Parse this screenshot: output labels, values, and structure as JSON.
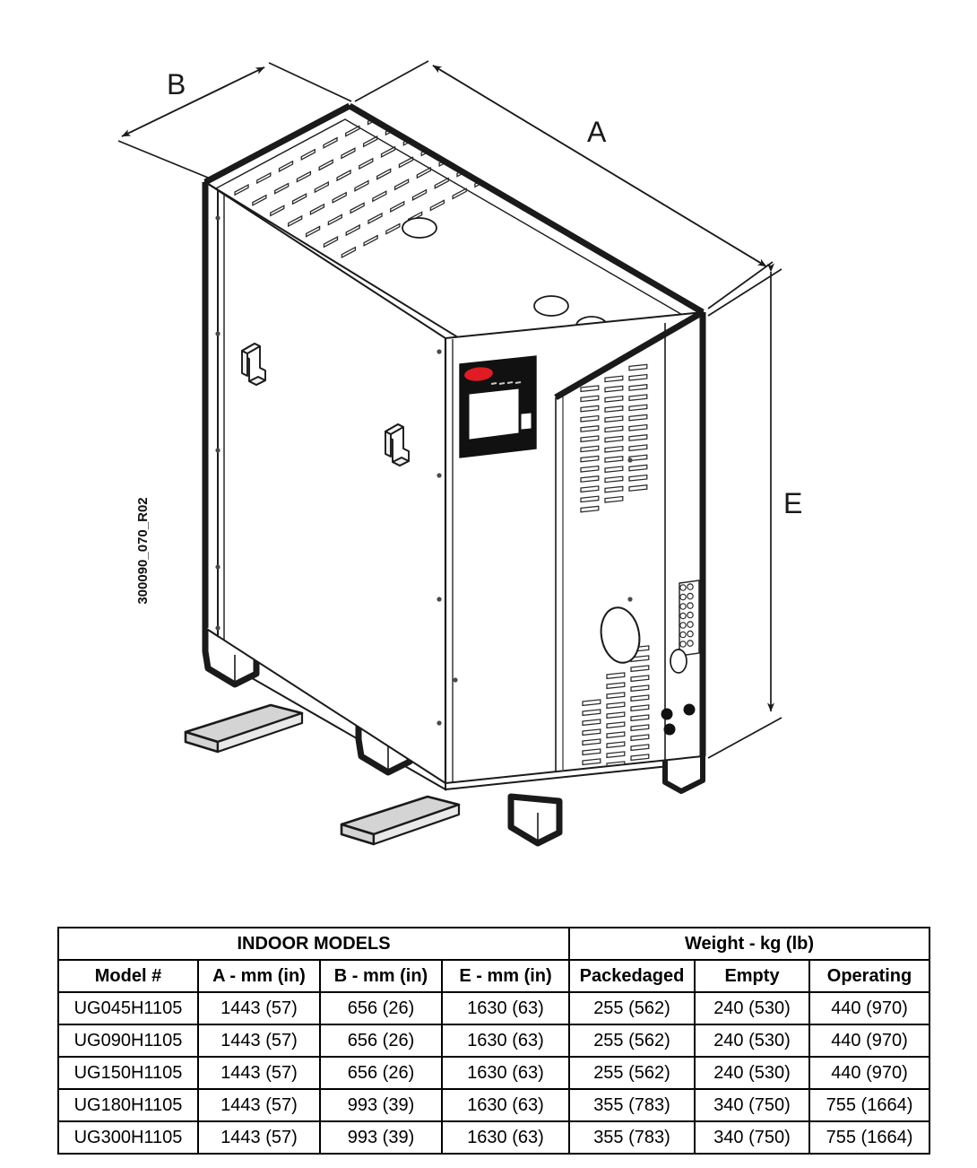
{
  "drawing": {
    "drawing_number": "300090_070_R02",
    "dimension_labels": {
      "a": "A",
      "b": "B",
      "e": "E"
    },
    "unit_features": {
      "top_vents": "top-louver-grid",
      "top_knockouts": 3,
      "front_handles": 2,
      "control_panel": "control-panel",
      "logo_badge": "manufacturer-logo",
      "side_vents_upper": "upper-louver-bank",
      "side_vents_lower": "lower-louver-bank",
      "terminal_block": "terminal-block",
      "base_rails": "forklift-base",
      "shipping_brackets": 2
    },
    "colors": {
      "outline": "#1a1a1a",
      "bracket_fill": "#d4d4d4",
      "logo_red": "#e01b24",
      "panel_dark": "#111111"
    }
  },
  "table": {
    "group_headers": {
      "indoor": "INDOOR MODELS",
      "weight": "Weight - kg (lb)"
    },
    "columns": [
      "Model #",
      "A - mm (in)",
      "B - mm (in)",
      "E - mm (in)",
      "Packedaged",
      "Empty",
      "Operating"
    ],
    "rows": [
      {
        "model": "UG045H1105",
        "a": "1443  (57)",
        "b": "656  (26)",
        "e": "1630  (63)",
        "packaged": "255  (562)",
        "empty": "240  (530)",
        "operating": "440  (970)"
      },
      {
        "model": "UG090H1105",
        "a": "1443  (57)",
        "b": "656  (26)",
        "e": "1630  (63)",
        "packaged": "255  (562)",
        "empty": "240  (530)",
        "operating": "440  (970)"
      },
      {
        "model": "UG150H1105",
        "a": "1443  (57)",
        "b": "656  (26)",
        "e": "1630  (63)",
        "packaged": "255  (562)",
        "empty": "240  (530)",
        "operating": "440  (970)"
      },
      {
        "model": "UG180H1105",
        "a": "1443  (57)",
        "b": "993  (39)",
        "e": "1630  (63)",
        "packaged": "355  (783)",
        "empty": "340  (750)",
        "operating": "755  (1664)"
      },
      {
        "model": "UG300H1105",
        "a": "1443  (57)",
        "b": "993  (39)",
        "e": "1630  (63)",
        "packaged": "355  (783)",
        "empty": "340  (750)",
        "operating": "755  (1664)"
      }
    ]
  }
}
